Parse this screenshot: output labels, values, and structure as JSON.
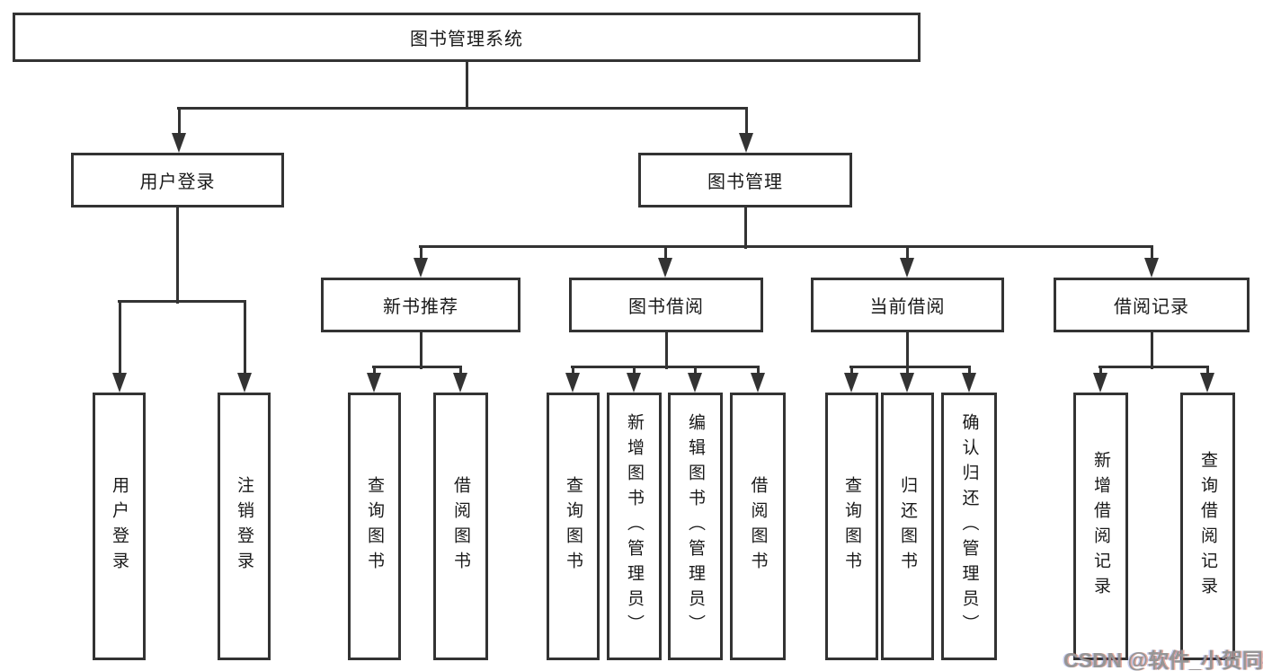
{
  "diagram": {
    "root": {
      "label": "图书管理系统"
    },
    "level2": [
      {
        "label": "用户登录"
      },
      {
        "label": "图书管理"
      }
    ],
    "level3": [
      {
        "label": "新书推荐"
      },
      {
        "label": "图书借阅"
      },
      {
        "label": "当前借阅"
      },
      {
        "label": "借阅记录"
      }
    ],
    "leaves": [
      {
        "label": "用户登录"
      },
      {
        "label": "注销登录"
      },
      {
        "label": "查询图书"
      },
      {
        "label": "借阅图书"
      },
      {
        "label": "查询图书"
      },
      {
        "label": "新增图书（管理员）"
      },
      {
        "label": "编辑图书（管理员）"
      },
      {
        "label": "借阅图书"
      },
      {
        "label": "查询图书"
      },
      {
        "label": "归还图书"
      },
      {
        "label": "确认归还（管理员）"
      },
      {
        "label": "新增借阅记录"
      },
      {
        "label": "查询借阅记录"
      }
    ]
  },
  "watermark": {
    "text": "CSDN @软件_小贺同学"
  },
  "colors": {
    "line": "#333333",
    "text": "#1a1a1a",
    "background": "#ffffff",
    "watermark": "#959595"
  }
}
